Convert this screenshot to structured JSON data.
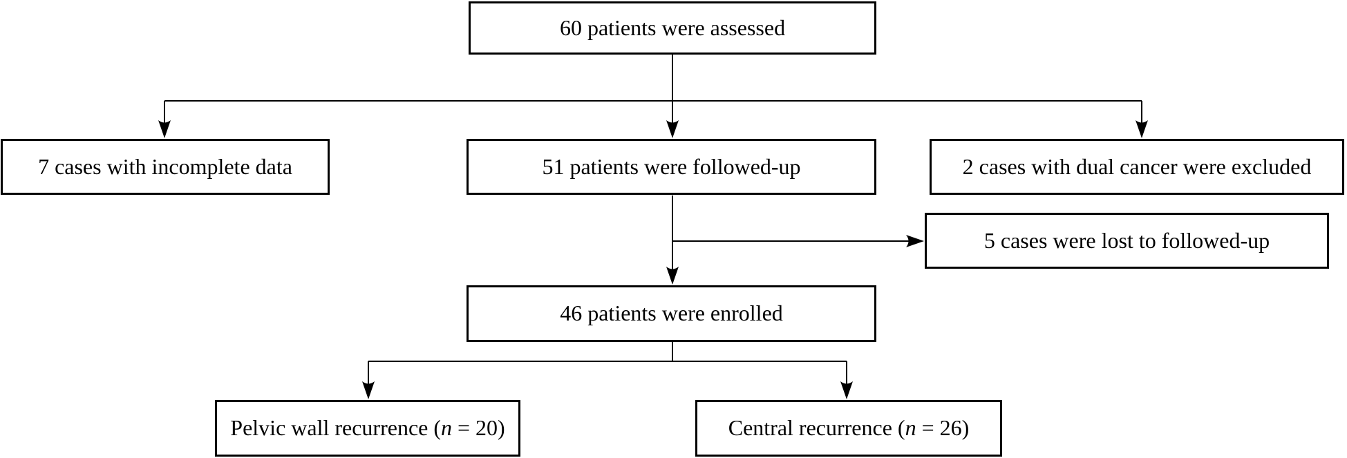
{
  "colors": {
    "background": "#ffffff",
    "line": "#000000",
    "text": "#000000"
  },
  "flowchart": {
    "nodes": {
      "assessed": "60 patients were assessed",
      "incomplete": "7 cases with incomplete data",
      "followed_up": "51 patients were followed-up",
      "dual_cancer": "2 cases with dual cancer were excluded",
      "lost": "5 cases were lost to followed-up",
      "enrolled": "46 patients were enrolled",
      "pelvic": {
        "prefix": "Pelvic wall recurrence (",
        "nvar": "n",
        "suffix": " = 20)"
      },
      "central": {
        "prefix": "Central recurrence (",
        "nvar": "n",
        "suffix": " = 26)"
      }
    },
    "edges": [
      {
        "from": "assessed",
        "to": "incomplete"
      },
      {
        "from": "assessed",
        "to": "followed_up"
      },
      {
        "from": "assessed",
        "to": "dual_cancer"
      },
      {
        "from": "followed_up",
        "to": "lost"
      },
      {
        "from": "followed_up",
        "to": "enrolled"
      },
      {
        "from": "enrolled",
        "to": "pelvic"
      },
      {
        "from": "enrolled",
        "to": "central"
      }
    ]
  }
}
